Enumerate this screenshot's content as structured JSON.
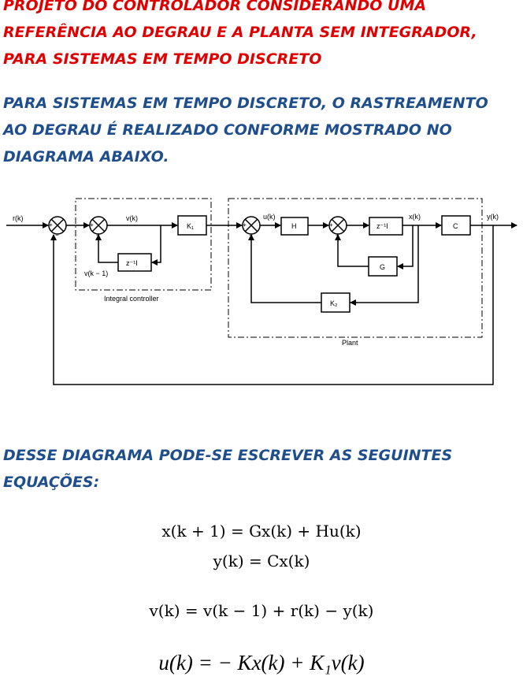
{
  "title": {
    "line1": "PROJETO DO CONTROLADOR CONSIDERANDO UMA",
    "line2": "REFERÊNCIA AO DEGRAU E A PLANTA SEM INTEGRADOR,",
    "line3": "PARA SISTEMAS EM TEMPO DISCRETO"
  },
  "intro": {
    "line1": "PARA SISTEMAS EM TEMPO DISCRETO, O RASTREAMENTO",
    "line2": "AO DEGRAU É REALIZADO CONFORME MOSTRADO NO",
    "line3": "DIAGRAMA ABAIXO."
  },
  "diagram": {
    "r_label": "r(k)",
    "v_label": "v(k)",
    "v_prev_label": "v(k − 1)",
    "delay_label": "z⁻¹I",
    "k1_label": "K₁",
    "u_label": "u(k)",
    "h_label": "H",
    "x_label": "x(k)",
    "c_label": "C",
    "y_label": "y(k)",
    "g_label": "G",
    "k2_label": "K₂",
    "integral_caption": "Integral controller",
    "plant_caption": "Plant"
  },
  "section": {
    "line1": "DESSE DIAGRAMA PODE-SE ESCREVER AS SEGUINTES",
    "line2": "EQUAÇÕES:"
  },
  "equations": {
    "eq1": "x(k + 1) = Gx(k) + Hu(k)",
    "eq2": "y(k) = Cx(k)",
    "eq3": "v(k) = v(k − 1) + r(k) − y(k)",
    "eq4": "u(k) = − Kx(k) + K₁v(k)"
  },
  "colors": {
    "title": "#e00000",
    "body": "#1f4e8c"
  }
}
